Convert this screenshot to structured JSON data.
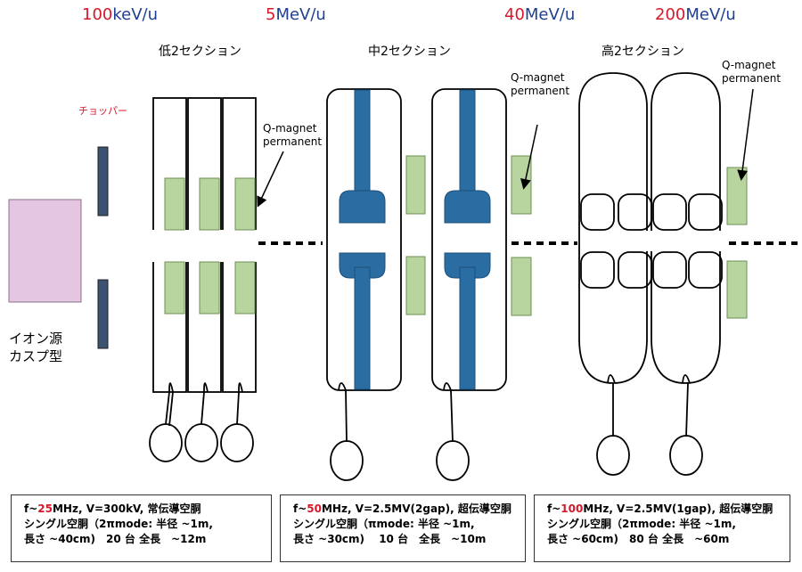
{
  "energies": [
    {
      "num": "100",
      "unit": "keV/u"
    },
    {
      "num": "5",
      "unit": "MeV/u"
    },
    {
      "num": "40",
      "unit": "MeV/u"
    },
    {
      "num": "200",
      "unit": "MeV/u"
    }
  ],
  "sections": {
    "low": "低2セクション",
    "mid": "中2セクション",
    "high": "高2セクション"
  },
  "qmagnet": {
    "low": "Q-magnet\npermanent",
    "mid": "Q-magnet\npermanent",
    "high": "Q-magnet\npermanent"
  },
  "chopper_label": "チョッパー",
  "ion_source": "イオン源\nカスプ型",
  "colors": {
    "red": "#d7182a",
    "blue": "#1f3f8f",
    "drift_tube": "#2a6da3",
    "quad": "#b9d59f",
    "source": "#e5c6e2",
    "chopper": "#3b5370"
  },
  "boxes": [
    {
      "f_prefix": "f~",
      "f_num": "25",
      "line1_rest": "MHz, V=300kV, 常伝導空胴",
      "line2": "シングル空胴（2πmode: 半径 ~1m,",
      "line3": "長さ ~40cm)　20 台 全長　~12m"
    },
    {
      "f_prefix": "f~",
      "f_num": "50",
      "line1_rest": "MHz, V=2.5MV(2gap), 超伝導空胴",
      "line2": "シングル空胴（πmode: 半径 ~1m,",
      "line3": "長さ ~30cm)　 10 台　全長　~10m"
    },
    {
      "f_prefix": "f~",
      "f_num": "100",
      "line1_rest": "MHz, V=2.5MV(1gap), 超伝導空胴",
      "line2": "シングル空胴（2πmode: 半径 ~1m,",
      "line3": "長さ ~60cm)　80 台 全長　~60m"
    }
  ]
}
